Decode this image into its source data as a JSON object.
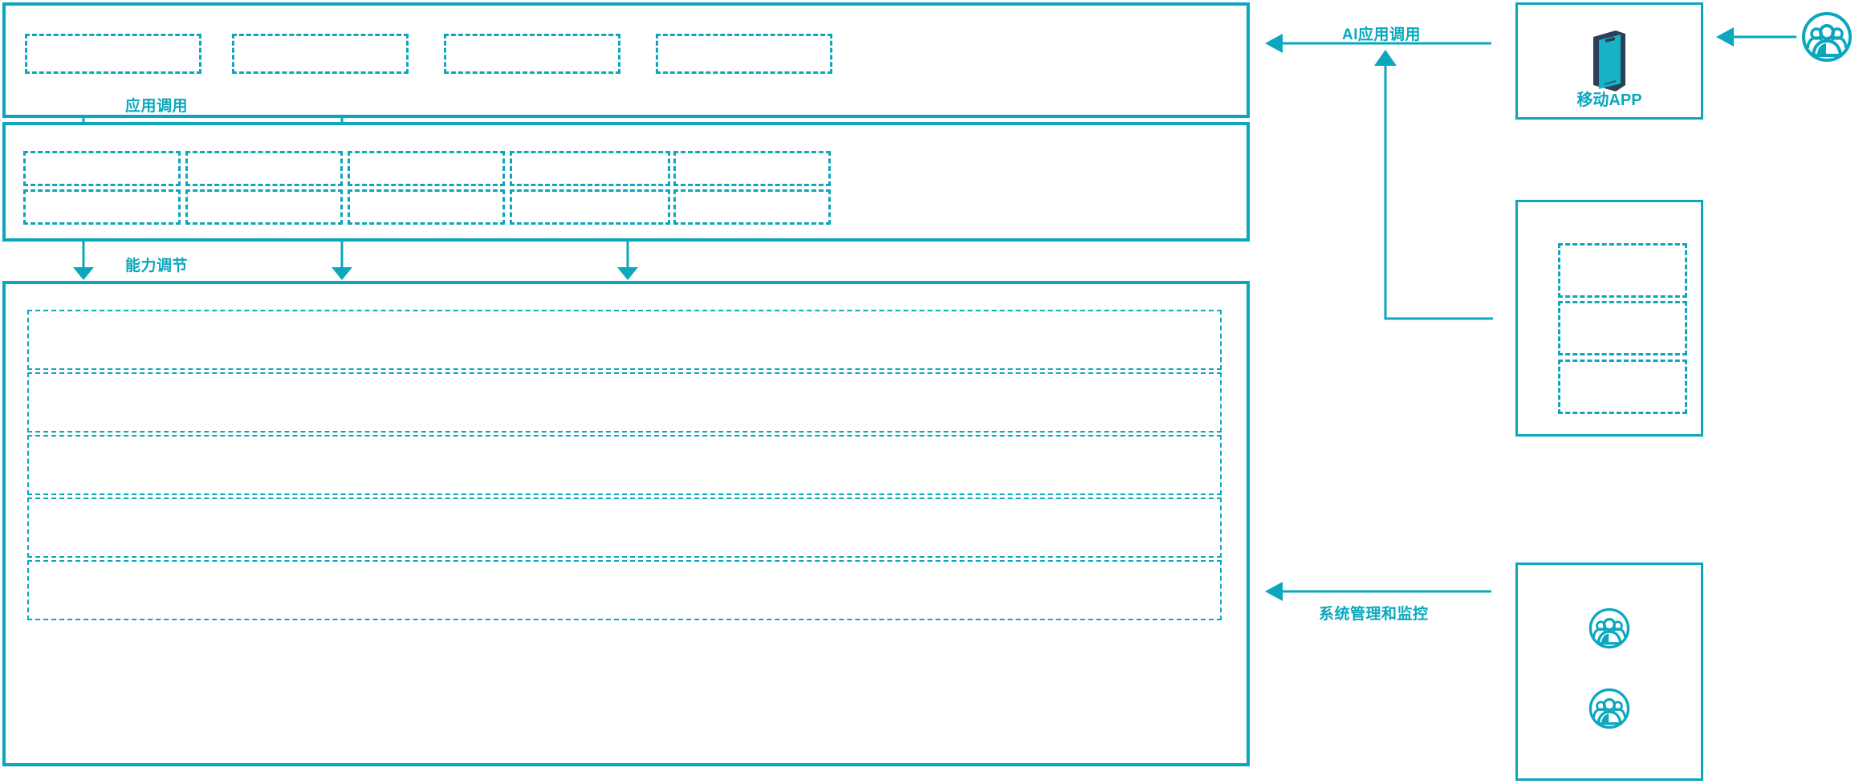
{
  "diagram": {
    "accent_color": "#0aa7bd",
    "phone_body_color": "#2d4059",
    "phone_screen_color": "#17b3c4",
    "background_color": "#ffffff"
  },
  "layers": {
    "application_layer": {
      "name": "application-layer-panel",
      "slots": [
        {
          "label": ""
        },
        {
          "label": ""
        },
        {
          "label": ""
        },
        {
          "label": ""
        }
      ]
    },
    "capability_layer": {
      "name": "capability-layer-panel",
      "columns": [
        {
          "top": {
            "label": ""
          },
          "bottom": {
            "label": ""
          }
        },
        {
          "top": {
            "label": ""
          },
          "bottom": {
            "label": ""
          }
        },
        {
          "top": {
            "label": ""
          },
          "bottom": {
            "label": ""
          }
        },
        {
          "top": {
            "label": ""
          },
          "bottom": {
            "label": ""
          }
        },
        {
          "top": {
            "label": ""
          },
          "bottom": {
            "label": ""
          }
        }
      ]
    },
    "infrastructure_layer": {
      "name": "infrastructure-layer-panel",
      "rows": [
        {
          "label": ""
        },
        {
          "label": ""
        },
        {
          "label": ""
        },
        {
          "label": ""
        },
        {
          "label": ""
        }
      ]
    }
  },
  "connectors": {
    "application_call": {
      "label": "应用调用"
    },
    "capability_adjust": {
      "label": "能力调节"
    },
    "ai_application_call": {
      "label": "AI应用调用"
    },
    "system_management": {
      "label": "系统管理和监控"
    }
  },
  "right_column": {
    "mobile_app": {
      "label": "移动APP",
      "icon": "mobile-phone-icon"
    },
    "module_stack": {
      "slots": [
        {
          "label": ""
        },
        {
          "label": ""
        },
        {
          "label": ""
        }
      ]
    },
    "operators": {
      "icons": [
        {
          "icon": "user-group-icon"
        },
        {
          "icon": "user-group-icon"
        }
      ]
    },
    "end_user": {
      "icon": "user-group-icon"
    }
  }
}
